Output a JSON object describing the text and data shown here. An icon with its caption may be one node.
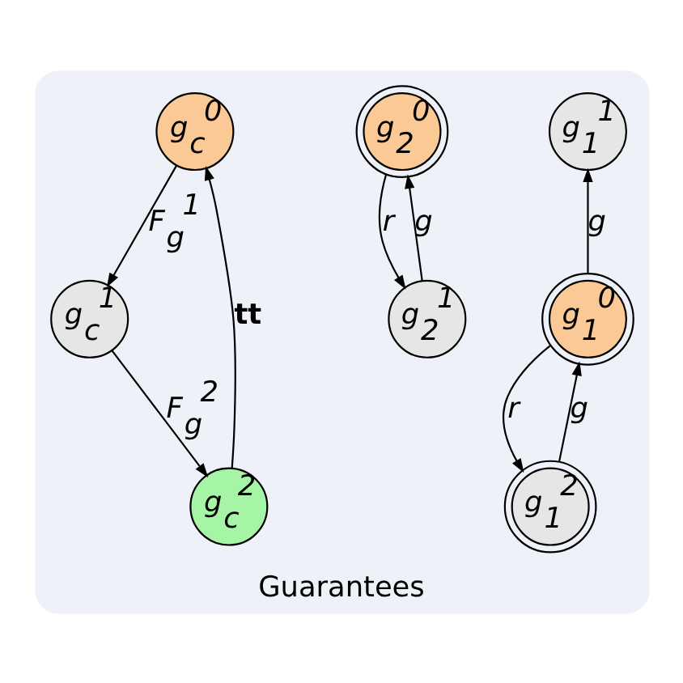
{
  "diagram": {
    "nodes": [
      {
        "text": [
          "Guarantees"
        ]
      },
      {
        "text": [
          "g$_{1}$$^{1}$"
        ],
        "in": 0
      },
      {
        "text": [
          "g$_{1}$$^{0}$"
        ],
        "in": 0
      },
      {
        "text": [
          "g$_{1}$$^{2}$"
        ],
        "in": 0
      },
      {
        "text": [
          "g$_{2}$$^{0}$"
        ],
        "in": 0
      },
      {
        "text": [
          "g$_{2}$$^{1}$"
        ],
        "in": 0
      },
      {
        "text": [
          "g$_{c}$$^{0}$"
        ],
        "in": 0
      },
      {
        "text": [
          "g$_{c}$$^{1}$"
        ],
        "in": 0
      },
      {
        "text": [
          "g$_{c}$$^{2}$"
        ],
        "in": 0
      }
    ],
    "edges": [
      {
        "from": 2,
        "to": 1,
        "arrow": "to",
        "label": "g"
      },
      {
        "from": 2,
        "to": 3,
        "arrow": "to",
        "label": "r"
      },
      {
        "from": 3,
        "to": 2,
        "arrow": "to",
        "label": "g"
      },
      {
        "from": 4,
        "to": 5,
        "arrow": "to",
        "label": "r"
      },
      {
        "from": 5,
        "to": 4,
        "arrow": "to",
        "label": "g"
      },
      {
        "from": 6,
        "to": 7,
        "arrow": "to",
        "label": "F$_{g}$$^{1}$"
      },
      {
        "from": 7,
        "to": 8,
        "arrow": "to",
        "label": "F$_{g}$$^{2}$"
      },
      {
        "from": 8,
        "to": 6,
        "arrow": "to",
        "label": "tt"
      }
    ]
  }
}
